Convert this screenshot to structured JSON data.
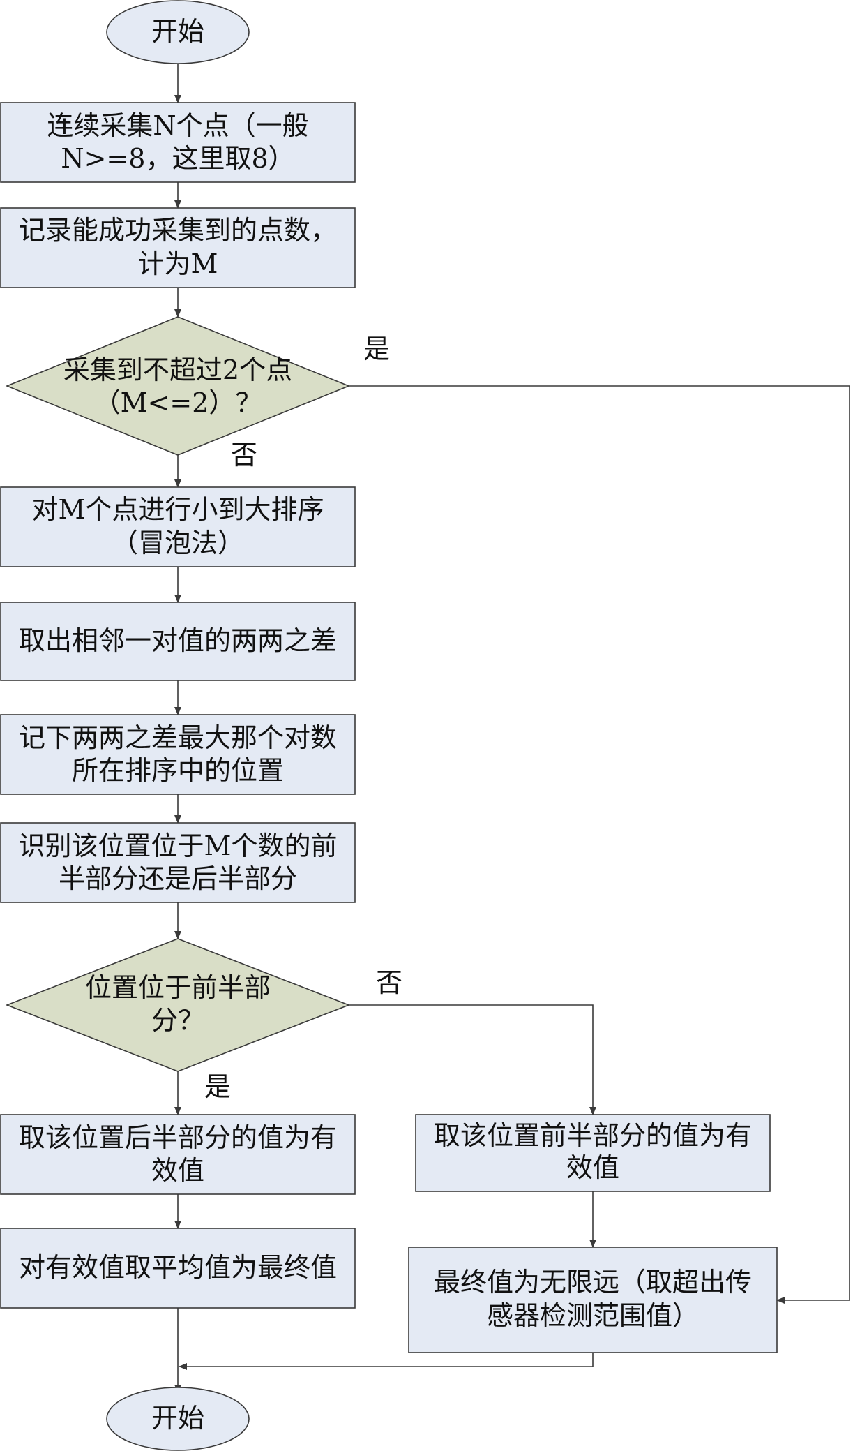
{
  "colors": {
    "process_fill": "#e4eaf4",
    "decision_fill": "#d9dec7",
    "terminal_fill": "#e4eaf4",
    "stroke": "#3a3a3a"
  },
  "nodes": {
    "start": {
      "text": "开始"
    },
    "collect": {
      "line1": "连续采集N个点（一般",
      "line2": "N>=8，这里取8）"
    },
    "record": {
      "line1": "记录能成功采集到的点数，",
      "line2": "计为M"
    },
    "decision1": {
      "line1": "采集到不超过2个点",
      "line2": "（M<=2）？"
    },
    "sort": {
      "line1": "对M个点进行小到大排序",
      "line2": "（冒泡法）"
    },
    "diff": {
      "text": "取出相邻一对值的两两之差"
    },
    "maxpos": {
      "line1": "记下两两之差最大那个对数",
      "line2": "所在排序中的位置"
    },
    "identify": {
      "line1": "识别该位置位于M个数的前",
      "line2": "半部分还是后半部分"
    },
    "decision2": {
      "line1": "位置位于前半部",
      "line2": "分？"
    },
    "take_back": {
      "line1": "取该位置后半部分的值为有",
      "line2": "效值"
    },
    "take_front": {
      "line1": "取该位置前半部分的值为有",
      "line2": "效值"
    },
    "average": {
      "text": "对有效值取平均值为最终值"
    },
    "infinite": {
      "line1": "最终值为无限远（取超出传",
      "line2": "感器检测范围值）"
    },
    "end": {
      "text": "开始"
    }
  },
  "edge_labels": {
    "d1_yes": "是",
    "d1_no": "否",
    "d2_no": "否",
    "d2_yes": "是"
  }
}
